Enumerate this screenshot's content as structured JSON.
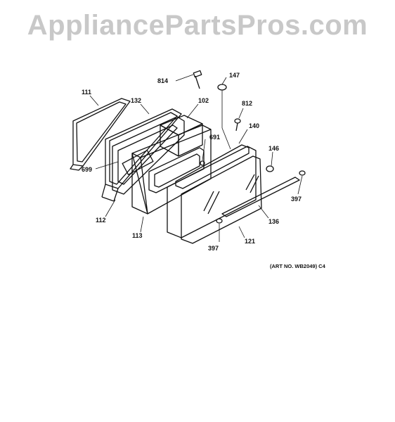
{
  "watermark": "AppliancePartsPros.com",
  "art_number": "(ART NO. WB2049) C4",
  "labels": {
    "l814": "814",
    "l147": "147",
    "l111": "111",
    "l132": "132",
    "l102": "102",
    "l812": "812",
    "l140": "140",
    "l691": "691",
    "l146": "146",
    "l699": "699",
    "l397a": "397",
    "l112": "112",
    "l136": "136",
    "l113": "113",
    "l121": "121",
    "l397b": "397"
  }
}
